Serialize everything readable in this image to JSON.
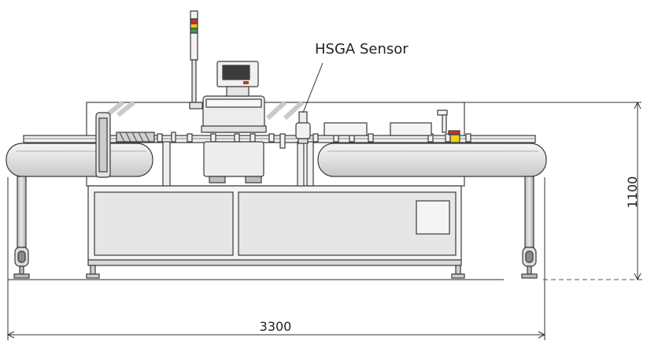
{
  "labels": {
    "sensor": "HSGA Sensor",
    "height_dim": "1100",
    "width_dim": "3300"
  },
  "colors": {
    "line": "#3a3a3a",
    "body": "#ececec",
    "panel": "#e6e6e6",
    "light_green": "#3f9a3f",
    "light_yellow": "#e2c81c",
    "light_red": "#c8322a",
    "estop_red": "#c8322a",
    "estop_yellow": "#e8d31c",
    "screen": "#3b3b3b"
  },
  "icons": [
    "stack-light-icon",
    "hmi-screen-icon",
    "emergency-stop-icon"
  ]
}
